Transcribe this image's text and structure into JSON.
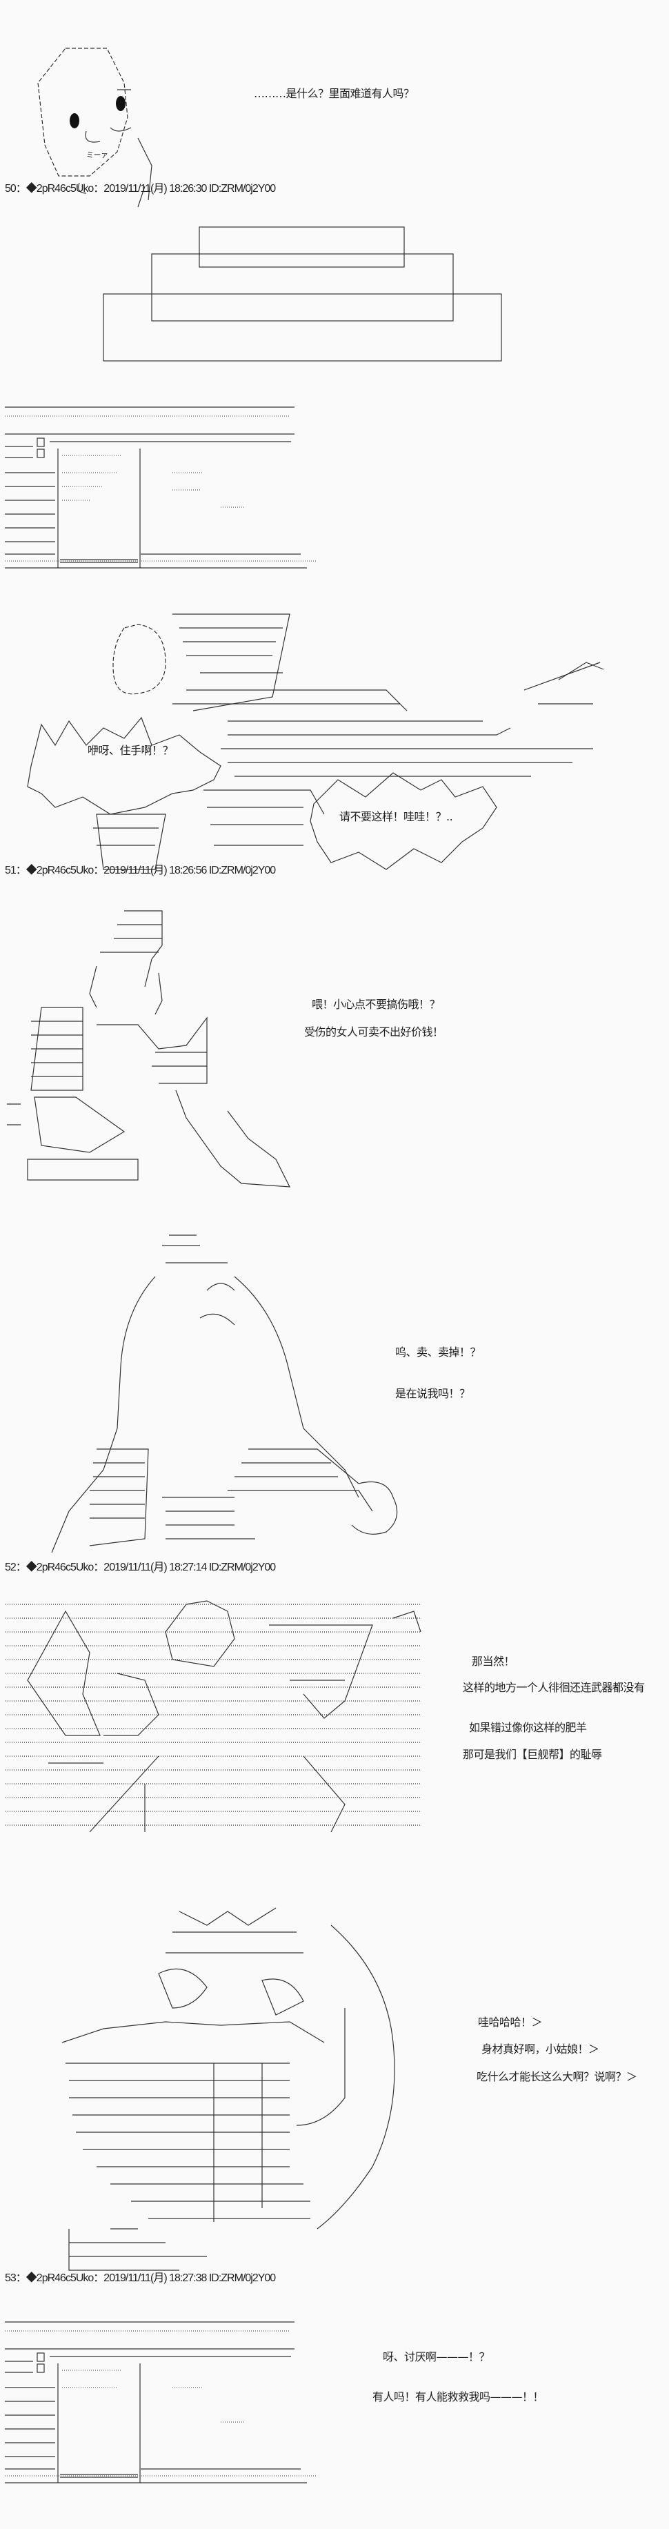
{
  "posts": [
    {
      "header": "50：◆2pR46c5Uko：2019/11/11(月) 18:26:30 ID:ZRM/0j2Y00",
      "lines": [
        "………是什么？里面难道有人吗？"
      ]
    },
    {
      "header": "51：◆2pR46c5Uko：2019/11/11(月) 18:26:56 ID:ZRM/0j2Y00",
      "lines": [
        "咿呀、住手啊！？",
        "请不要这样！哇哇！？.."
      ]
    },
    {
      "header": "52：◆2pR46c5Uko：2019/11/11(月) 18:27:14 ID:ZRM/0j2Y00",
      "lines": [
        "喂！小心点不要搞伤哦！？",
        "受伤的女人可卖不出好价钱！",
        "呜、卖、卖掉！？",
        "是在说我吗！？"
      ]
    },
    {
      "header": "53：◆2pR46c5Uko：2019/11/11(月) 18:27:38 ID:ZRM/0j2Y00",
      "lines": [
        "那当然！",
        "这样的地方一个人徘徊还连武器都没有",
        "如果错过像你这样的肥羊",
        "那可是我们【巨舰帮】的耻辱",
        "哇哈哈哈！＞",
        "身材真好啊，小姑娘！＞",
        "吃什么才能长这么大啊？说啊？＞"
      ]
    },
    {
      "header": "",
      "lines": [
        "呀、讨厌啊———！？",
        "有人吗！有人能救救我吗———！！"
      ]
    }
  ],
  "art_labels": {
    "face_sfx": "ミーァ"
  }
}
